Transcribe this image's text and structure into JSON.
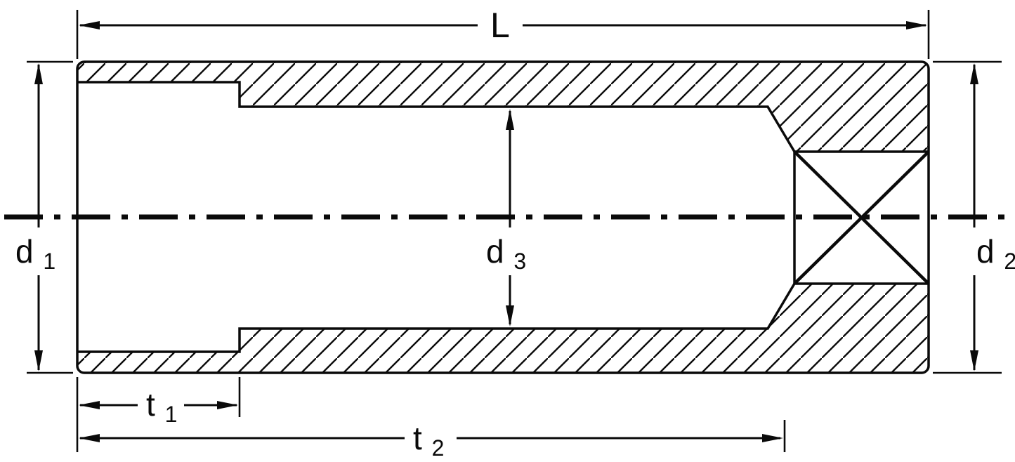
{
  "diagram": {
    "title": "Deep socket cross-section dimensional drawing",
    "background_color": "#ffffff",
    "line_color": "#0a0a0a",
    "labels": {
      "length": {
        "base": "L",
        "sub": ""
      },
      "d1": {
        "base": "d",
        "sub": "1"
      },
      "d2": {
        "base": "d",
        "sub": "2"
      },
      "d3": {
        "base": "d",
        "sub": "3"
      },
      "t1": {
        "base": "t",
        "sub": "1"
      },
      "t2": {
        "base": "t",
        "sub": "2"
      }
    }
  }
}
